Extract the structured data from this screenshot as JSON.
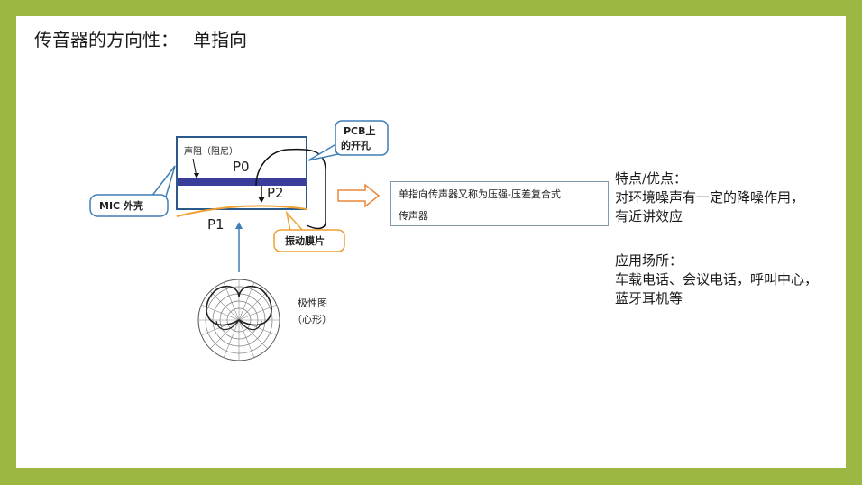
{
  "title": {
    "main": "传音器的方向性：",
    "sub": "单指向"
  },
  "diagram": {
    "housing_label": "声阻（阻尼）",
    "p0": "P0",
    "p2": "P2",
    "p1": "P1",
    "mic_shell": "MIC 外壳",
    "pcb_line1": "PCB上",
    "pcb_line2": "的开孔",
    "diaphragm": "振动膜片",
    "polar_line1": "极性图",
    "polar_line2": "（心形）"
  },
  "note": {
    "line1": "单指向传声器又称为压强-压差复合式",
    "line2": "传声器"
  },
  "features": {
    "heading": "特点/优点：",
    "line1": "对环境噪声有一定的降噪作用，",
    "line2": "有近讲效应"
  },
  "applications": {
    "heading": "应用场所：",
    "line1": "车载电话、会议电话，呼叫中心，",
    "line2": "蓝牙耳机等"
  },
  "colors": {
    "frame": "#9cb843",
    "damping_bar": "#3a3d9a",
    "callout_border": "#3e7fb6",
    "diaphragm_border": "#f0a030",
    "arrow_outline": "#e8873a"
  }
}
